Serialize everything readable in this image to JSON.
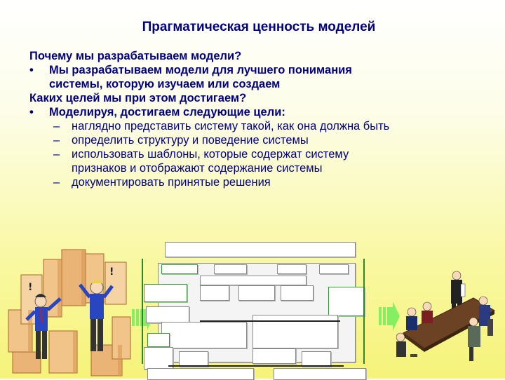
{
  "slide": {
    "title": "Прагматическая ценность моделей",
    "question1": "Почему мы разрабатываем модели?",
    "bullet_mark": "•",
    "dash_mark": "–",
    "answer1_line1": "Мы разрабатываем модели для лучшего понимания",
    "answer1_line2": "системы, которую изучаем или создаем",
    "question2": "Каких целей мы при этом достигаем?",
    "answer2": "Моделируя, достигаем следующие цели:",
    "goals": [
      "наглядно представить систему такой, как она должна быть",
      "определить структуру и поведение системы",
      "использовать шаблоны, которые содержат систему",
      "признаков и отображают содержание системы",
      "документировать принятые решения"
    ]
  },
  "illustration": {
    "icons": [
      "confused-people-boxes-icon",
      "system-model-diagram-icon",
      "meeting-table-icon"
    ],
    "colors": {
      "text": "#000080",
      "box": "#f1c48a",
      "box_shade": "#d99a52",
      "table": "#6b4224",
      "arrow": "#86ee62"
    }
  }
}
